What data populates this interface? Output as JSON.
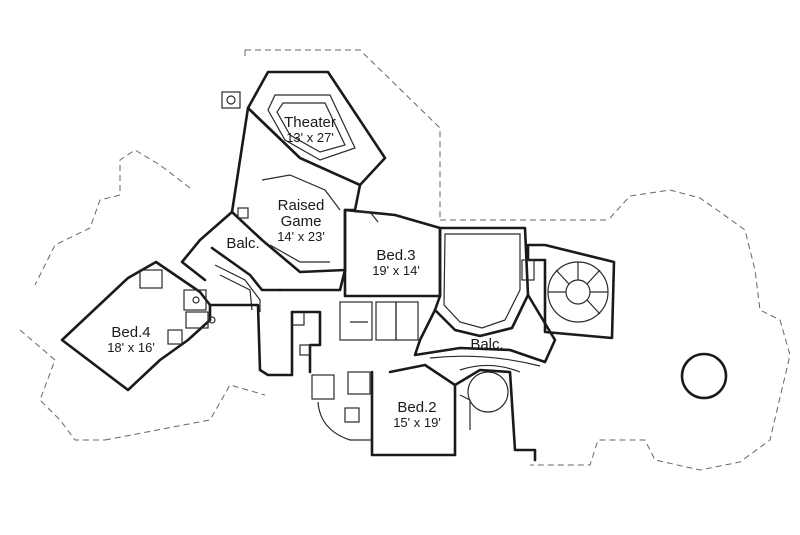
{
  "rooms": {
    "theater": {
      "name": "Theater",
      "dims": "13' x 27'"
    },
    "raised_game": {
      "name_line1": "Raised",
      "name_line2": "Game",
      "dims": "14' x 23'"
    },
    "balc_upper": {
      "name": "Balc."
    },
    "bed3": {
      "name": "Bed.3",
      "dims": "19' x 14'"
    },
    "bed4": {
      "name": "Bed.4",
      "dims": "18' x 16'"
    },
    "balc_lower": {
      "name": "Balc."
    },
    "bed2": {
      "name": "Bed.2",
      "dims": "15' x 19'"
    }
  }
}
